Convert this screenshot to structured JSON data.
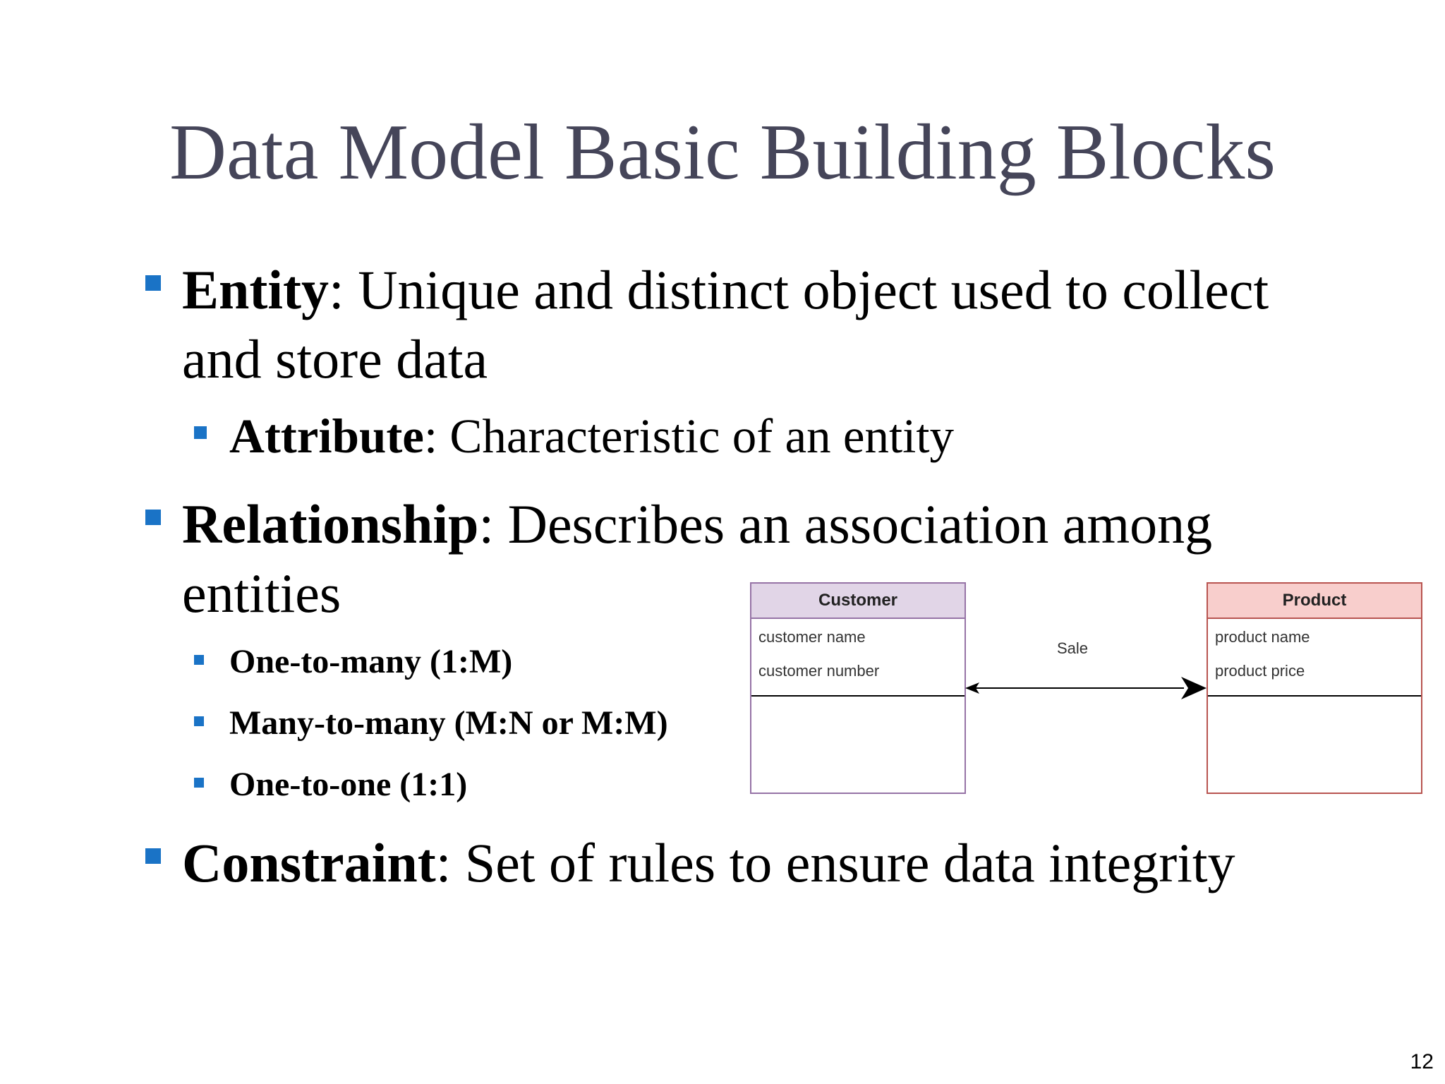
{
  "title": "Data Model Basic Building Blocks",
  "bullets": {
    "entity": {
      "term": "Entity",
      "text": ": Unique and distinct object used to collect",
      "text2": "and store data"
    },
    "attribute": {
      "term": "Attribute",
      "text": ": Characteristic of an entity"
    },
    "relationship": {
      "term": "Relationship",
      "text": ": Describes an association among",
      "text2": "entities"
    },
    "types": [
      "One-to-many (1:M)",
      "Many-to-many (M:N or M:M)",
      "One-to-one (1:1)"
    ],
    "constraint": {
      "term": "Constraint",
      "text": ": Set of rules to ensure data integrity"
    }
  },
  "diagram": {
    "customer": {
      "name": "Customer",
      "attributes": [
        "customer name",
        "customer number"
      ]
    },
    "product": {
      "name": "Product",
      "attributes": [
        "product name",
        "product price"
      ]
    },
    "relationship_label": "Sale"
  },
  "page_number": "12",
  "colors": {
    "title": "#454559",
    "bullet": "#1a73c6",
    "customer_fill": "#e1d5e7",
    "customer_border": "#9673a6",
    "product_fill": "#f8cecc",
    "product_border": "#b85450"
  }
}
